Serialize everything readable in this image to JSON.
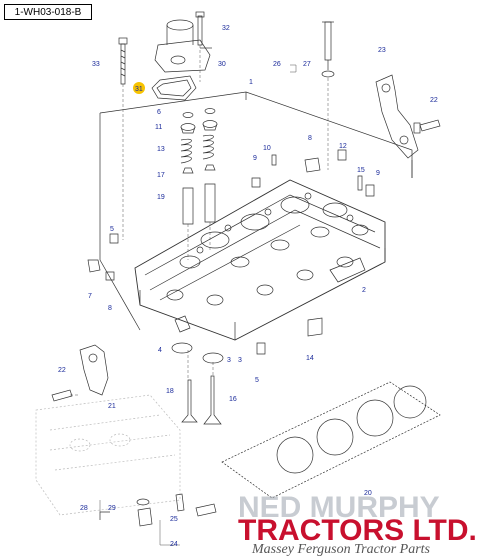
{
  "diagram": {
    "ref_code": "1-WH03-018-B",
    "callouts": [
      "32",
      "33",
      "30",
      "31",
      "26",
      "27",
      "23",
      "22",
      "1",
      "6",
      "11",
      "13",
      "17",
      "19",
      "9",
      "10",
      "8",
      "12",
      "15",
      "9",
      "5",
      "7",
      "8",
      "3",
      "2",
      "14",
      "4",
      "3",
      "5",
      "22",
      "21",
      "18",
      "16",
      "20",
      "28",
      "29",
      "25",
      "24"
    ],
    "highlighted_callout_index": 3,
    "colors": {
      "callout_text": "#1a2a9a",
      "line": "#333333",
      "highlight": "#f7c300"
    }
  },
  "watermark": {
    "line1": "NED MURPHY",
    "line2": "TRACTORS LTD.",
    "tagline": "Massey Ferguson Tractor Parts"
  }
}
